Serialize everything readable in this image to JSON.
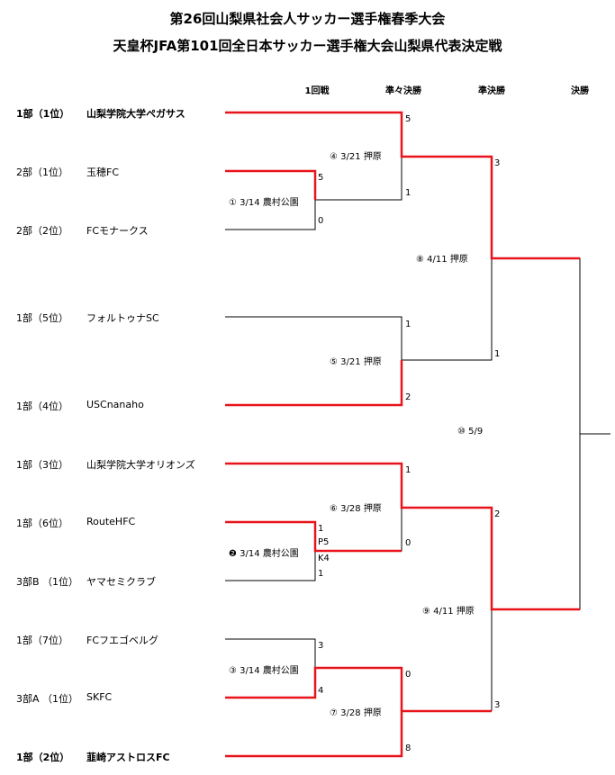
{
  "title": {
    "line1": "第26回山梨県社会人サッカー選手権春季大会",
    "line2": "天皇杯JFA第101回全日本サッカー選手権大会山梨県代表決定戦"
  },
  "rounds": [
    "1回戦",
    "準々決勝",
    "準決勝",
    "決勝"
  ],
  "teams": [
    {
      "rank": "1部（1位）",
      "name": "山梨学院大学ペガサス"
    },
    {
      "rank": "2部（1位）",
      "name": "玉穂FC"
    },
    {
      "rank": "2部（2位）",
      "name": "FCモナークス"
    },
    {
      "rank": "1部（5位）",
      "name": "フォルトゥナSC"
    },
    {
      "rank": "1部（4位）",
      "name": "USCnanaho"
    },
    {
      "rank": "1部（3位）",
      "name": "山梨学院大学オリオンズ"
    },
    {
      "rank": "1部（6位）",
      "name": "RouteHFC"
    },
    {
      "rank": "3部B （1位）",
      "name": "ヤマセミクラブ"
    },
    {
      "rank": "1部（7位）",
      "name": "FCフエゴベルグ"
    },
    {
      "rank": "3部A （1位）",
      "name": "SKFC"
    },
    {
      "rank": "1部（2位）",
      "name": "韮崎アストロスFC"
    }
  ],
  "matches": {
    "m1": {
      "num": "①",
      "date": "3/14",
      "venue": "農村公園"
    },
    "m2": {
      "num": "❷",
      "date": "3/14",
      "venue": "農村公園"
    },
    "m3": {
      "num": "③",
      "date": "3/14",
      "venue": "農村公園"
    },
    "m4": {
      "num": "④",
      "date": "3/21",
      "venue": "押原"
    },
    "m5": {
      "num": "⑤",
      "date": "3/21",
      "venue": "押原"
    },
    "m6": {
      "num": "⑥",
      "date": "3/28",
      "venue": "押原"
    },
    "m7": {
      "num": "⑦",
      "date": "3/28",
      "venue": "押原"
    },
    "m8": {
      "num": "⑧",
      "date": "4/11",
      "venue": "押原"
    },
    "m9": {
      "num": "⑨",
      "date": "4/11",
      "venue": "押原"
    },
    "m10": {
      "num": "⑩",
      "date": "5/9",
      "venue": ""
    }
  },
  "scores": {
    "m1_top": "5",
    "m1_bot": "0",
    "m2_top": "1",
    "m2_pk_top": "P5",
    "m2_pk_bot": "K4",
    "m2_bot": "1",
    "m3_top": "3",
    "m3_bot": "4",
    "m4_top": "5",
    "m4_bot": "1",
    "m5_top": "1",
    "m5_bot": "2",
    "m6_top": "1",
    "m6_bot": "0",
    "m7_top": "0",
    "m7_bot": "8",
    "m8_top": "3",
    "m8_bot": "1",
    "m9_top": "2",
    "m9_bot": "3"
  },
  "colors": {
    "winner_line": "#e8141b",
    "normal_line": "#000000"
  }
}
